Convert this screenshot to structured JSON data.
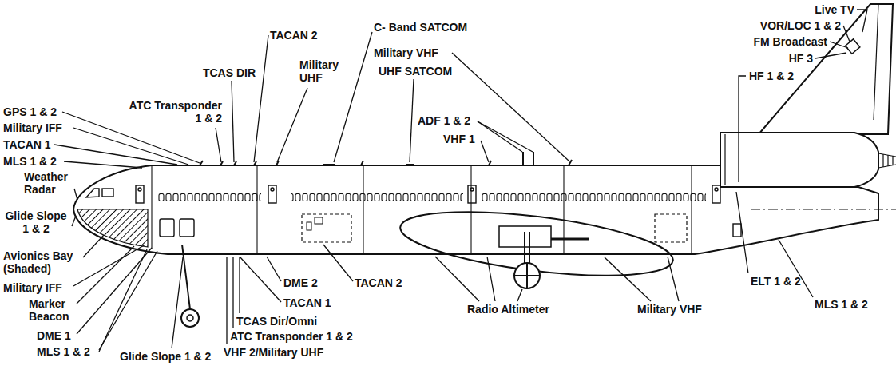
{
  "diagram": {
    "labels": [
      "TACAN 2",
      "C- Band SATCOM",
      "Live TV",
      "VOR/LOC 1 & 2",
      "Military VHF",
      "UHF SATCOM",
      "TCAS DIR",
      "Military UHF",
      "ATC Transponder 1 & 2",
      "FM Broadcast",
      "HF 3",
      "HF 1 & 2",
      "ADF 1 & 2",
      "VHF 1",
      "GPS 1 & 2",
      "Military IFF",
      "TACAN 1",
      "MLS 1 & 2",
      "Weather Radar",
      "Glide Slope 1 & 2",
      "Avionics Bay (Shaded)",
      "Military IFF",
      "Marker Beacon",
      "DME 1",
      "MLS 1 & 2",
      "Glide Slope 1 & 2",
      "DME 2",
      "TACAN 2",
      "TACAN 1",
      "TCAS Dir/Omni",
      "ATC Transponder 1 & 2",
      "VHF 2/Military UHF",
      "Radio Altimeter",
      "Military VHF",
      "ELT 1 & 2",
      "MLS 1 & 2"
    ]
  }
}
